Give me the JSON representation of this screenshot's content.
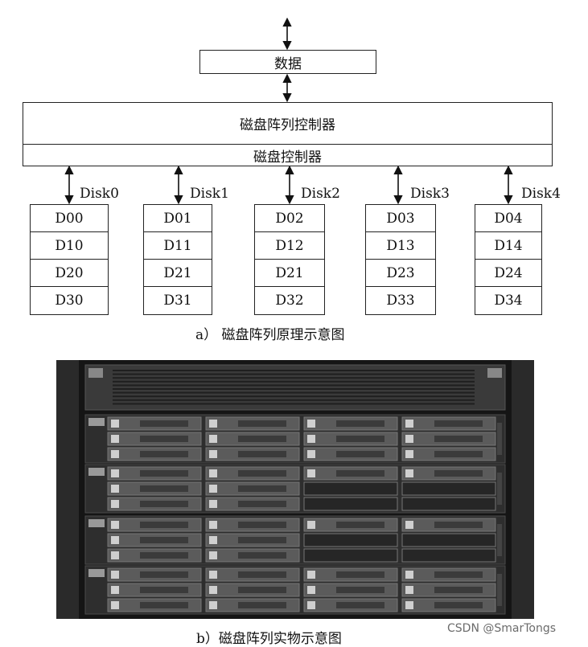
{
  "diagram_a": {
    "data_label": "数据",
    "raid_controller_label": "磁盘阵列控制器",
    "disk_controller_label": "磁盘控制器",
    "disks": [
      {
        "name": "Disk0",
        "blocks": [
          "D00",
          "D10",
          "D20",
          "D30"
        ]
      },
      {
        "name": "Disk1",
        "blocks": [
          "D01",
          "D11",
          "D21",
          "D31"
        ]
      },
      {
        "name": "Disk2",
        "blocks": [
          "D02",
          "D12",
          "D21",
          "D32"
        ]
      },
      {
        "name": "Disk3",
        "blocks": [
          "D03",
          "D13",
          "D23",
          "D33"
        ]
      },
      {
        "name": "Disk4",
        "blocks": [
          "D04",
          "D14",
          "D24",
          "D34"
        ]
      }
    ],
    "caption": "a） 磁盘阵列原理示意图"
  },
  "photo_b": {
    "caption": "b）磁盘阵列实物示意图"
  },
  "watermark": "CSDN @SmarTongs"
}
